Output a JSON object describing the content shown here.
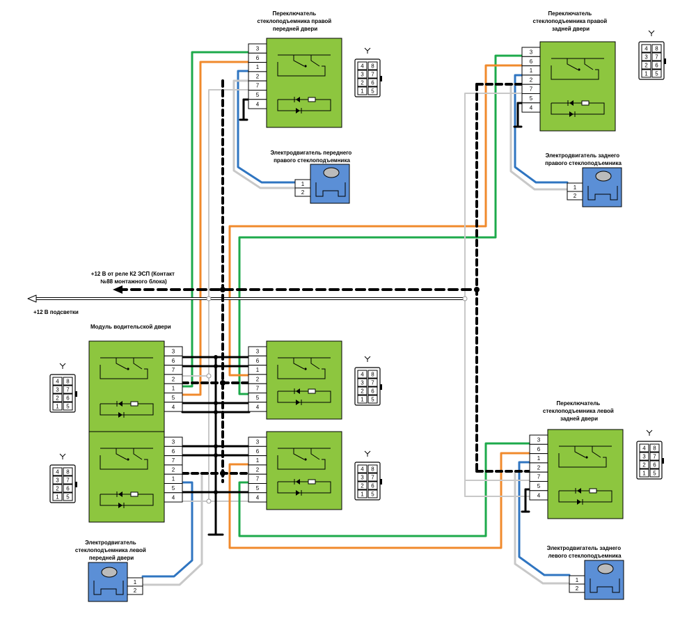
{
  "labels": {
    "front_right_switch": [
      "Переключатель",
      "стеклоподъемника правой",
      "передней двери"
    ],
    "rear_right_switch": [
      "Переключатель",
      "стеклоподъемника правой",
      "задней двери"
    ],
    "front_right_motor": [
      "Электродвигатель переднего",
      "правого стеклоподъемника"
    ],
    "rear_right_motor": [
      "Электродвигатель заднего",
      "правого стеклоподъемника"
    ],
    "power_relay": [
      "+12 В  от реле К2 ЭСП (Контакт",
      "№88 монтажного блока)"
    ],
    "backlight": "+12 В подсветки",
    "driver_module": "Модуль водительской двери",
    "rear_left_switch": [
      "Переключатель",
      "стеклоподъемника левой",
      "задней двери"
    ],
    "front_left_motor": [
      "Электродвигатель",
      "стеклоподъемника левой",
      "передней двери"
    ],
    "rear_left_motor": [
      "Электродвигатель заднего",
      "левого стеклоподъемника"
    ]
  },
  "pins": {
    "switch_order": [
      "3",
      "6",
      "1",
      "2",
      "7",
      "5",
      "4"
    ],
    "motor_order": [
      "1",
      "2"
    ],
    "connector_grid": [
      [
        "4",
        "8"
      ],
      [
        "3",
        "7"
      ],
      [
        "2",
        "6"
      ],
      [
        "1",
        "5"
      ]
    ],
    "driver_upper_order": [
      "3",
      "6",
      "7",
      "2",
      "1",
      "5",
      "4"
    ],
    "driver_lower_order": [
      "3",
      "6",
      "7",
      "2",
      "1",
      "5",
      "4"
    ]
  },
  "colors": {
    "module_fill": "#8dc63f",
    "motor_fill": "#5b8fd6",
    "green_wire": "#1daa4b",
    "orange_wire": "#f08a2c",
    "blue_wire": "#2f75c1",
    "grey_wire": "#c8c8c8",
    "black_wire": "#000000"
  }
}
